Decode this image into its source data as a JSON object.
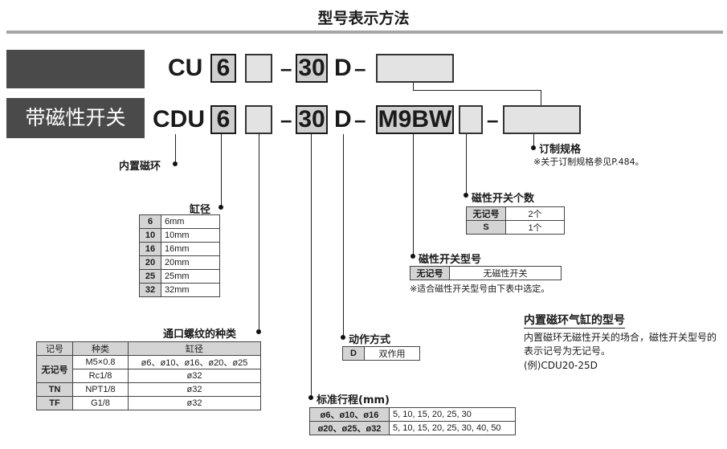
{
  "title": "型号表示方法",
  "row1": {
    "prefix": "CU",
    "bore": "6",
    "stroke": "30",
    "action": "D"
  },
  "row2": {
    "label": "带磁性开关",
    "prefix": "CDU",
    "bore": "6",
    "stroke": "30",
    "action": "D",
    "switch_model": "M9BW"
  },
  "magnet_label": "内置磁环",
  "custom": {
    "title": "订制规格",
    "note": "※关于订制规格参见P.484。"
  },
  "switch_count": {
    "title": "磁性开关个数",
    "rows": [
      {
        "code": "无记号",
        "value": "2个"
      },
      {
        "code": "S",
        "value": "1个"
      }
    ]
  },
  "switch_model": {
    "title": "磁性开关型号",
    "rows": [
      {
        "code": "无记号",
        "value": "无磁性开关"
      }
    ],
    "note": "※适合磁性开关型号由下表中选定。"
  },
  "bore": {
    "title": "缸径",
    "rows": [
      {
        "code": "6",
        "value": "6mm"
      },
      {
        "code": "10",
        "value": "10mm"
      },
      {
        "code": "16",
        "value": "16mm"
      },
      {
        "code": "20",
        "value": "20mm"
      },
      {
        "code": "25",
        "value": "25mm"
      },
      {
        "code": "32",
        "value": "32mm"
      }
    ]
  },
  "thread": {
    "title": "通口螺纹的种类",
    "headers": [
      "记号",
      "种类",
      "缸径"
    ],
    "rows": [
      {
        "code": "无记号",
        "type": "M5×0.8",
        "bore": "ø6、ø10、ø16、ø20、ø25"
      },
      {
        "code": "",
        "type": "Rc1/8",
        "bore": "ø32"
      },
      {
        "code": "TN",
        "type": "NPT1/8",
        "bore": "ø32"
      },
      {
        "code": "TF",
        "type": "G1/8",
        "bore": "ø32"
      }
    ]
  },
  "action": {
    "title": "动作方式",
    "rows": [
      {
        "code": "D",
        "value": "双作用"
      }
    ]
  },
  "stroke": {
    "title": "标准行程(mm)",
    "rows": [
      {
        "bore": "ø6、ø10、ø16",
        "values": "5, 10, 15, 20, 25, 30"
      },
      {
        "bore": "ø20、ø25、ø32",
        "values": "5, 10, 15, 20, 25, 30, 40, 50"
      }
    ]
  },
  "magnet_cyl": {
    "title": "内置磁环气缸的型号",
    "text": "内置磁环无磁性开关的场合，磁性开关型号的表示记号为无记号。",
    "example": "(例)CDU20-25D"
  }
}
